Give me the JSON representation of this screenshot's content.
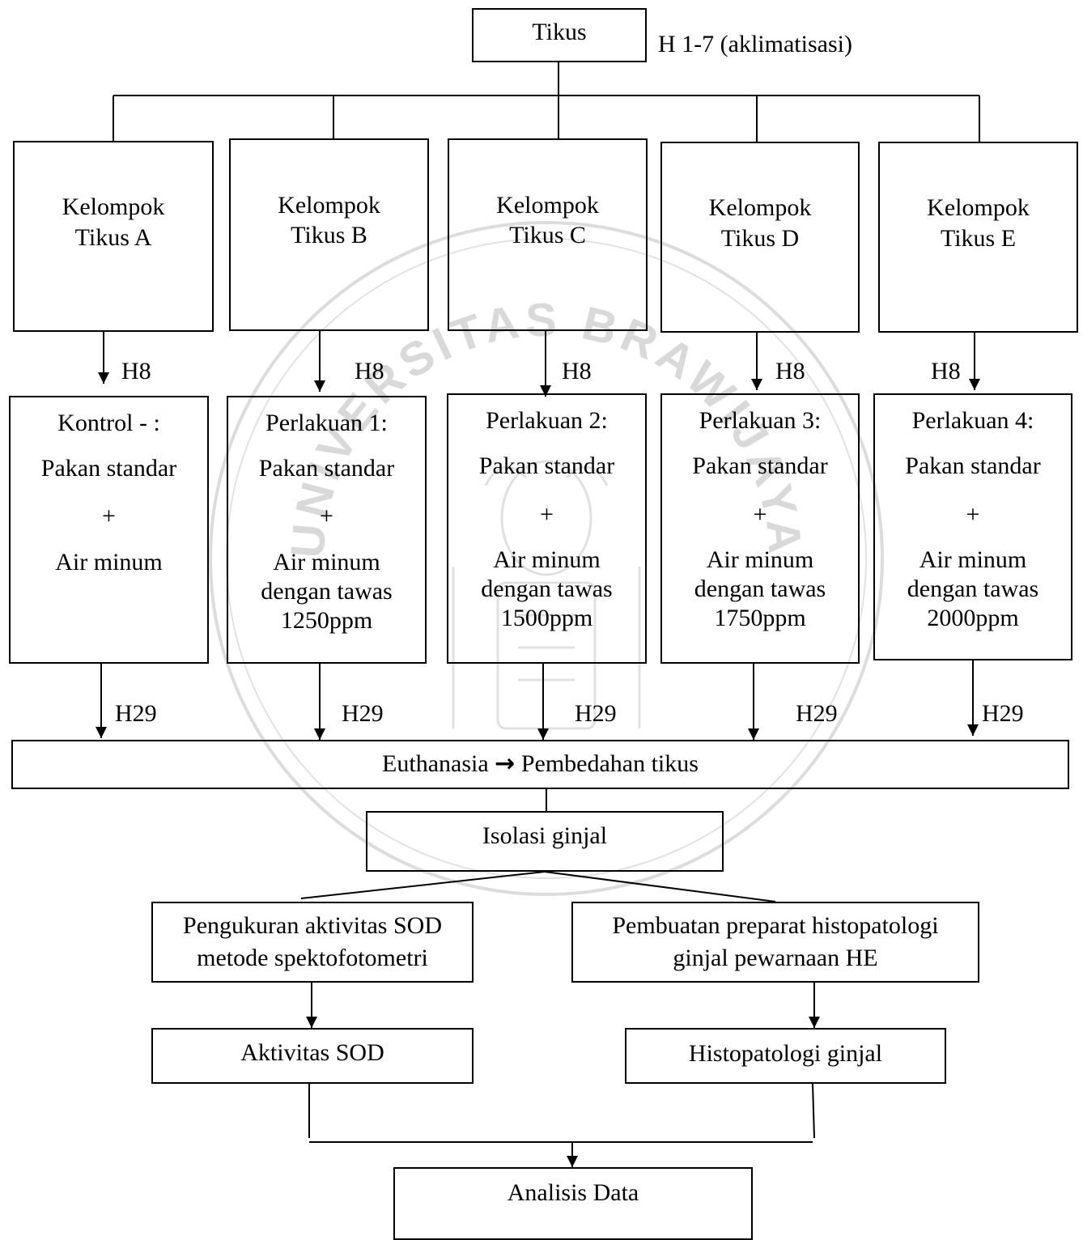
{
  "root": {
    "label": "Tikus",
    "note": "H 1-7 (aklimatisasi)"
  },
  "groups": [
    {
      "name": [
        "Kelompok",
        "Tikus A"
      ],
      "h8": "H8",
      "treatment": {
        "title": "Kontrol - :",
        "feed": "Pakan standar",
        "plus": "+",
        "water": [
          "Air minum"
        ]
      },
      "h29": "H29"
    },
    {
      "name": [
        "Kelompok",
        "Tikus B"
      ],
      "h8": "H8",
      "treatment": {
        "title": "Perlakuan 1:",
        "feed": "Pakan standar",
        "plus": "+",
        "water": [
          "Air minum",
          "dengan tawas",
          "1250ppm"
        ]
      },
      "h29": "H29"
    },
    {
      "name": [
        "Kelompok",
        "Tikus C"
      ],
      "h8": "H8",
      "treatment": {
        "title": "Perlakuan 2:",
        "feed": "Pakan standar",
        "plus": "+",
        "water": [
          "Air minum",
          "dengan tawas",
          "1500ppm"
        ]
      },
      "h29": "H29"
    },
    {
      "name": [
        "Kelompok",
        "Tikus D"
      ],
      "h8": "H8",
      "treatment": {
        "title": "Perlakuan 3:",
        "feed": "Pakan standar",
        "plus": "+",
        "water": [
          "Air minum",
          "dengan tawas",
          "1750ppm"
        ]
      },
      "h29": "H29"
    },
    {
      "name": [
        "Kelompok",
        "Tikus E"
      ],
      "h8": "H8",
      "treatment": {
        "title": "Perlakuan 4:",
        "feed": "Pakan standar",
        "plus": "+",
        "water": [
          "Air minum",
          "dengan tawas",
          "2000ppm"
        ]
      },
      "h29": "H29"
    }
  ],
  "euthanasia": {
    "left": "Euthanasia",
    "arrow": "→",
    "right": "Pembedahan tikus"
  },
  "isolation": "Isolasi ginjal",
  "sod_method": [
    "Pengukuran aktivitas SOD",
    "metode spektofotometri"
  ],
  "histo_prep": [
    "Pembuatan preparat histopatologi",
    "ginjal pewarnaan HE"
  ],
  "sod_result": "Aktivitas SOD",
  "histo_result": "Histopatologi ginjal",
  "analysis": "Analisis Data",
  "watermark": {
    "text": "UNIVERSITAS BRAWIJAYA",
    "color": "#d6d6d6"
  }
}
